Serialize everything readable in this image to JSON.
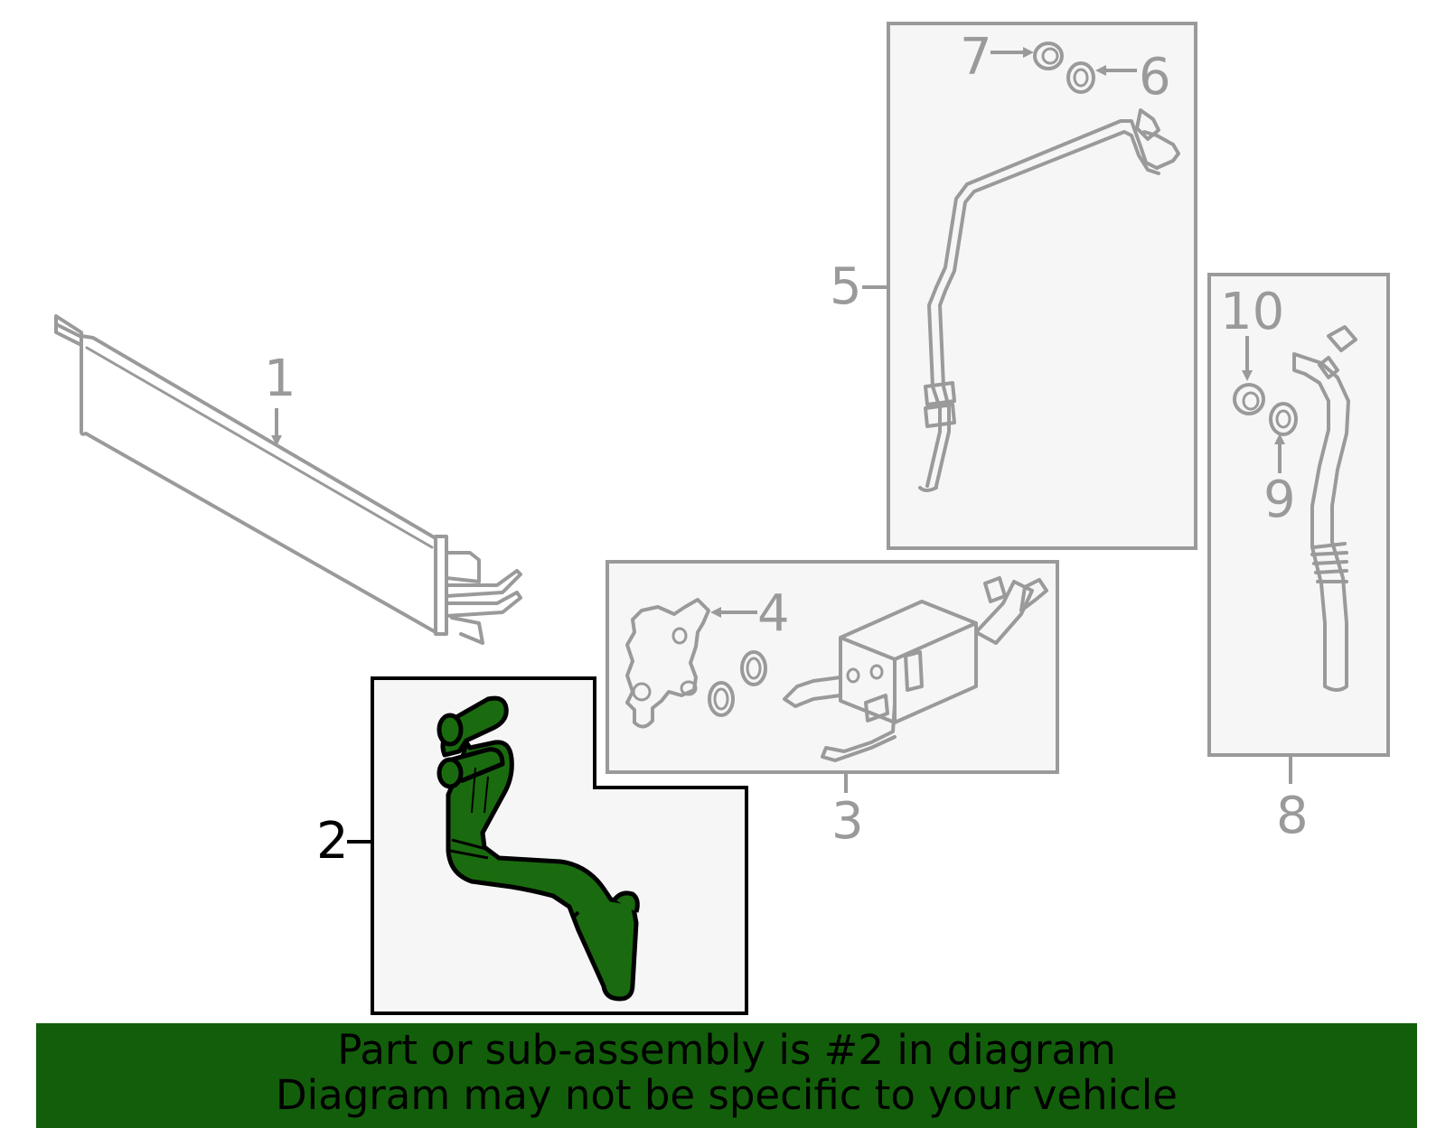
{
  "callouts": {
    "c1": "1",
    "c2": "2",
    "c3": "3",
    "c4": "4",
    "c5": "5",
    "c6": "6",
    "c7": "7",
    "c8": "8",
    "c9": "9",
    "c10": "10"
  },
  "banner": {
    "line1": "Part or sub-assembly is #2 in diagram",
    "line2": "Diagram may not be specific to your vehicle",
    "background": "#135e0b"
  },
  "colors": {
    "line_art": "#9a9a9a",
    "box_fill": "#f6f6f6",
    "highlight_part": "#1a6b0f",
    "highlight_outline": "#000000"
  }
}
